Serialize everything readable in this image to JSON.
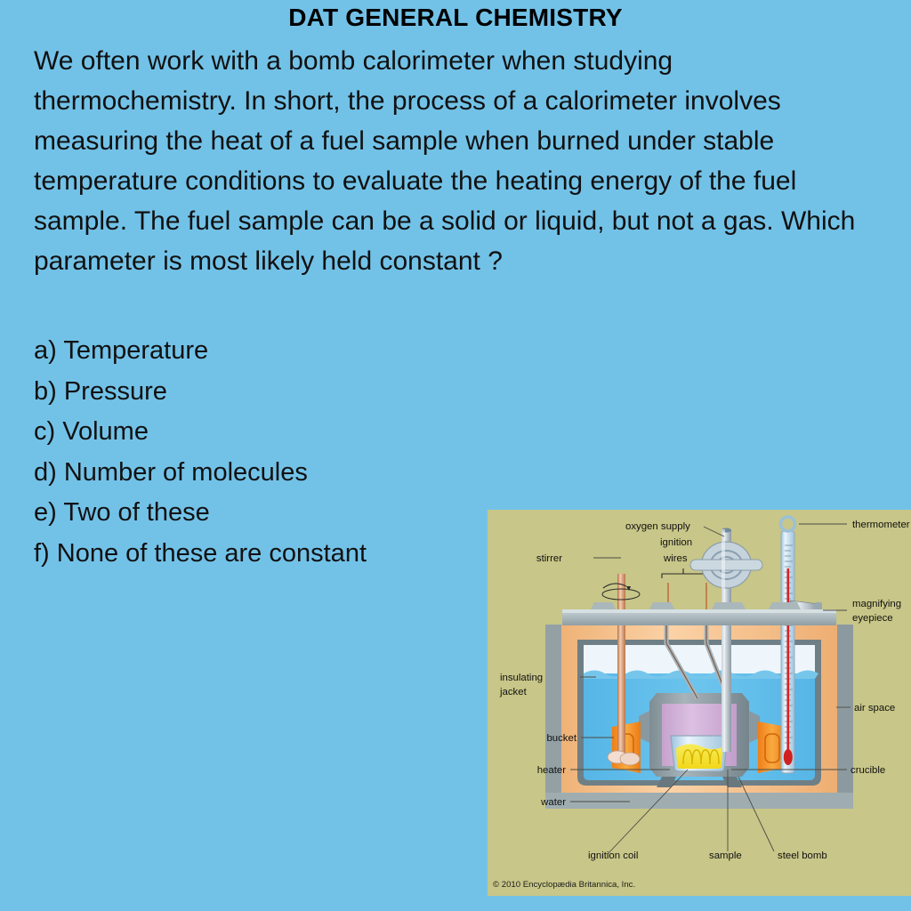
{
  "page": {
    "background_color": "#72c2e8",
    "title": "DAT GENERAL CHEMISTRY"
  },
  "question": {
    "stem": "We often work with a bomb calorimeter when studying thermochemistry. In short, the process of a calorimeter involves measuring the heat of a fuel sample when burned under stable temperature conditions to evaluate the heating energy of the fuel sample. The fuel sample can be a solid or liquid, but not a gas. Which parameter is most likely held constant ?",
    "choices": [
      "a) Temperature",
      "b) Pressure",
      "c) Volume",
      "d) Number of molecules",
      "e) Two of these",
      "f) None of these are constant"
    ]
  },
  "figure": {
    "background_color": "#c8c688",
    "credit": "© 2010 Encyclopædia Britannica, Inc.",
    "labels": {
      "oxygen_supply": "oxygen supply",
      "ignition_wires_line1": "ignition",
      "ignition_wires_line2": "wires",
      "stirrer": "stirrer",
      "thermometer": "thermometer",
      "magnifying_line1": "magnifying",
      "magnifying_line2": "eyepiece",
      "insulating_line1": "insulating",
      "insulating_line2": "jacket",
      "air_space": "air space",
      "bucket": "bucket",
      "heater": "heater",
      "crucible": "crucible",
      "water": "water",
      "ignition_coil": "ignition coil",
      "sample": "sample",
      "steel_bomb": "steel bomb"
    },
    "colors": {
      "water": "#5ebbe8",
      "jacket_outer": "#9aa8ab",
      "jacket_inner": "#f5c08a",
      "bomb_body": "#cdaed2",
      "bomb_shell": "#8f9ca3",
      "heater": "#f08a2a",
      "sample": "#f5e229",
      "stirrer_rod": "#e6a98a",
      "thermometer_fluid": "#d62323"
    }
  }
}
